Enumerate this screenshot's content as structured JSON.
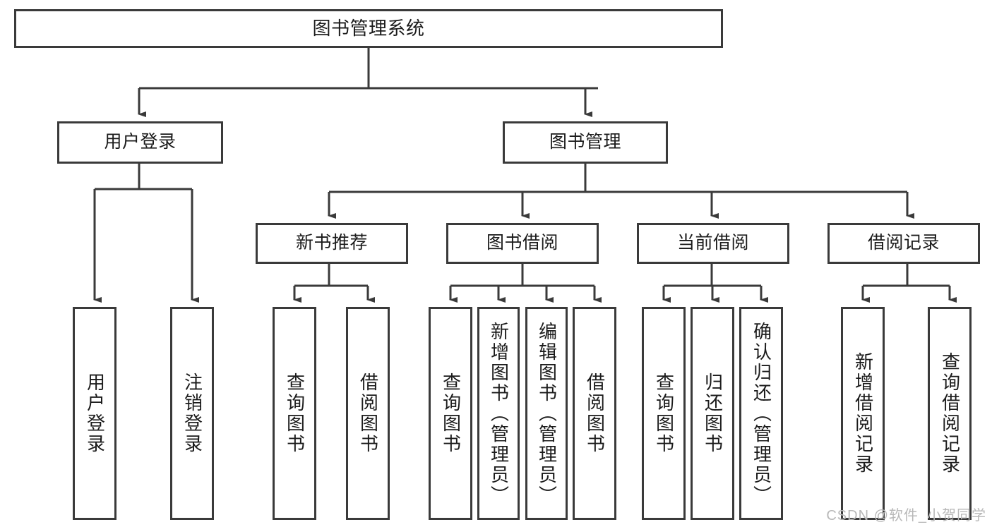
{
  "diagram": {
    "title": "图书管理系统",
    "type": "tree-hierarchy-chart",
    "root": {
      "label": "图书管理系统"
    },
    "level2": [
      {
        "label": "用户登录"
      },
      {
        "label": "图书管理"
      }
    ],
    "level3": [
      {
        "label": "新书推荐"
      },
      {
        "label": "图书借阅"
      },
      {
        "label": "当前借阅"
      },
      {
        "label": "借阅记录"
      }
    ],
    "leaves": [
      {
        "label": "用户登录",
        "parent": "用户登录"
      },
      {
        "label": "注销登录",
        "parent": "用户登录"
      },
      {
        "label": "查询图书",
        "parent": "新书推荐"
      },
      {
        "label": "借阅图书",
        "parent": "新书推荐"
      },
      {
        "label": "查询图书",
        "parent": "图书借阅"
      },
      {
        "label": "新增图书（管理员）",
        "parent": "图书借阅"
      },
      {
        "label": "编辑图书（管理员）",
        "parent": "图书借阅"
      },
      {
        "label": "借阅图书",
        "parent": "图书借阅"
      },
      {
        "label": "查询图书",
        "parent": "当前借阅"
      },
      {
        "label": "归还图书",
        "parent": "当前借阅"
      },
      {
        "label": "确认归还（管理员）",
        "parent": "当前借阅"
      },
      {
        "label": "新增借阅记录",
        "parent": "借阅记录"
      },
      {
        "label": "查询借阅记录",
        "parent": "借阅记录"
      }
    ]
  },
  "watermark": {
    "text": "CSDN @软件_小贺同学"
  },
  "colors": {
    "stroke": "#3a3a3a",
    "fill": "#ffffff",
    "text": "#1b1b1b",
    "watermark": "#b8b8b8"
  }
}
